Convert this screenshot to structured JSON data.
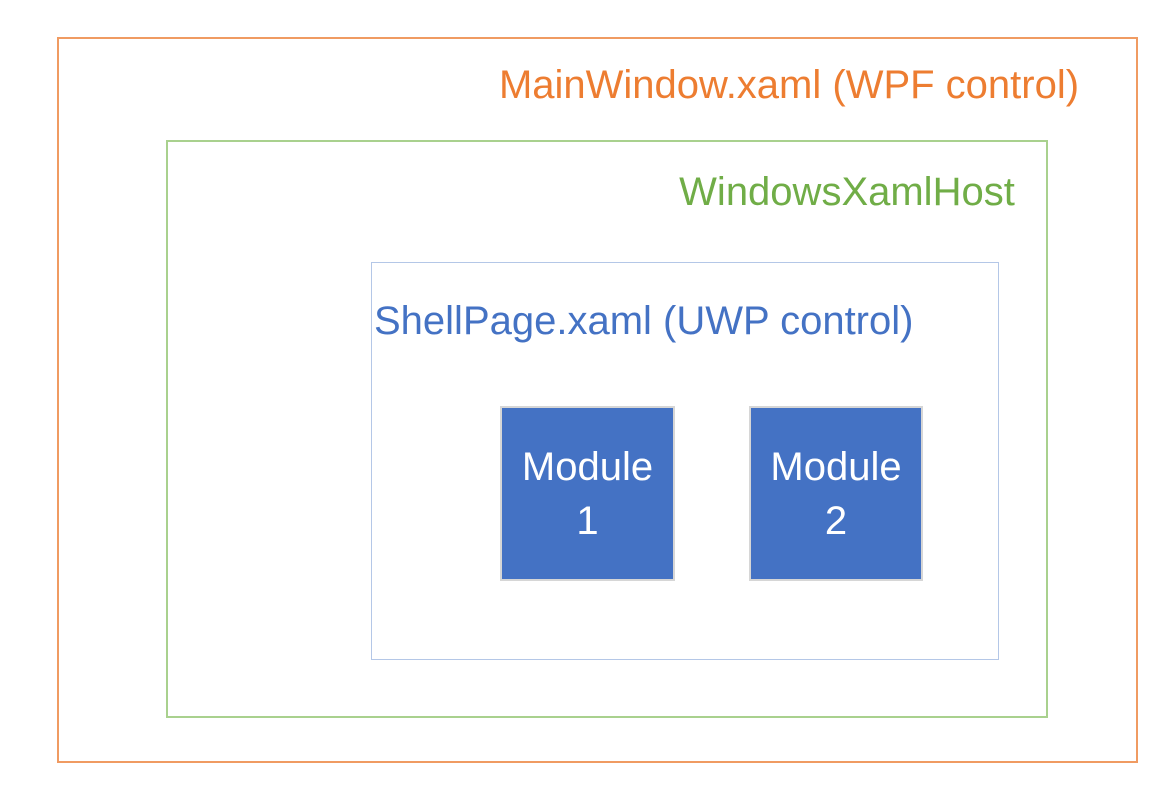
{
  "diagram": {
    "boxes": {
      "mainwindow": {
        "label": "MainWindow.xaml (WPF control)",
        "label_color": "#ED7D31",
        "border_color": "#F09B62"
      },
      "xamlhost": {
        "label": "WindowsXamlHost",
        "label_color": "#70AD47",
        "border_color": "#A9D18E"
      },
      "shellpage": {
        "label": "ShellPage.xaml (UWP control)",
        "label_color": "#4472C4",
        "border_color": "#B4C7E7"
      }
    },
    "modules": [
      {
        "label": "Module 1",
        "line1": "Module",
        "line2": "1",
        "fill_color": "#4472C4",
        "text_color": "#FFFFFF",
        "border_color": "#D6D6D6"
      },
      {
        "label": "Module 2",
        "line1": "Module",
        "line2": "2",
        "fill_color": "#4472C4",
        "text_color": "#FFFFFF",
        "border_color": "#D6D6D6"
      }
    ]
  }
}
